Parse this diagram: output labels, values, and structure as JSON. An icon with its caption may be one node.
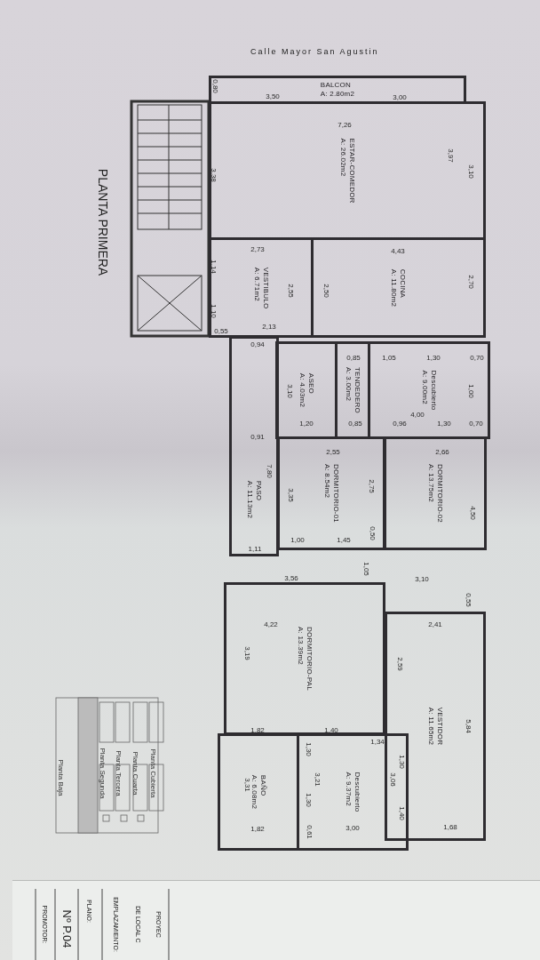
{
  "diagram": {
    "title": "PLANTA PRIMERA",
    "nodes": [
      {
        "text": [
          "BALCON",
          "A: 2.80m2"
        ]
      },
      {
        "text": [
          "ESTAR-COMEDOR",
          "A: 26.02m2"
        ]
      },
      {
        "text": [
          "VESTIBULO",
          "A: 6.71m2"
        ]
      },
      {
        "text": [
          "COCINA",
          "A: 11.80m2"
        ]
      },
      {
        "text": [
          "ASEO",
          "A: 4.03m2"
        ]
      },
      {
        "text": [
          "TENDEDERO",
          "A: 3.00m2"
        ]
      },
      {
        "text": [
          "Descubierto",
          "A: 9.00m2"
        ]
      },
      {
        "text": [
          "PASO",
          "A: 11.13m2"
        ]
      },
      {
        "text": [
          "DORMITORIO-01",
          "A: 8.54m2"
        ]
      },
      {
        "text": [
          "DORMITORIO-02",
          "A: 13.75m2"
        ]
      },
      {
        "text": [
          "DORMITORIO-PAL",
          "A: 13.39m2"
        ]
      },
      {
        "text": [
          "VESTIDOR",
          "A: 11.65m2"
        ]
      },
      {
        "text": [
          "BAÑO",
          "A: 6.08m2"
        ]
      },
      {
        "text": [
          "Descubierto",
          "A: 9.37m2"
        ]
      }
    ],
    "labels": [
      "Calle Mayor San Agustin",
      "0,80",
      "3,50",
      "3,00",
      "7,26",
      "3,38",
      "3,97",
      "3,10",
      "2,73",
      "4,43",
      "1,14",
      "2,55",
      "2,50",
      "2,70",
      "1,10",
      "0,55",
      "2,13",
      "0,94",
      "0,85",
      "1,05",
      "1,30",
      "0,70",
      "3,10",
      "1,00",
      "4,00",
      "1,20",
      "0,85",
      "0,96",
      "1,30",
      "0,70",
      "0,91",
      "2,55",
      "2,66",
      "7,80",
      "2,75",
      "3,35",
      "4,50",
      "1,00",
      "1,45",
      "0,50",
      "1,11",
      "1,05",
      "3,56",
      "3,10",
      "0,55",
      "4,22",
      "2,41",
      "3,19",
      "2,59",
      "5,84",
      "1,82",
      "1,40",
      "1,34",
      "1,30",
      "1,30",
      "3,31",
      "3,21",
      "3,06",
      "1,30",
      "1,40",
      "1,82",
      "3,00",
      "1,68",
      "0,61",
      "Planta Baja",
      "Planta Segunda",
      "Planta Tercera",
      "Planta Cuarta",
      "Planta Cubierta",
      "PROMOTOR:",
      "Nº P.04",
      "PLANO:",
      "EMPLAZAMIENTO:",
      "DE LOCAL C",
      "PROYEC"
    ]
  }
}
